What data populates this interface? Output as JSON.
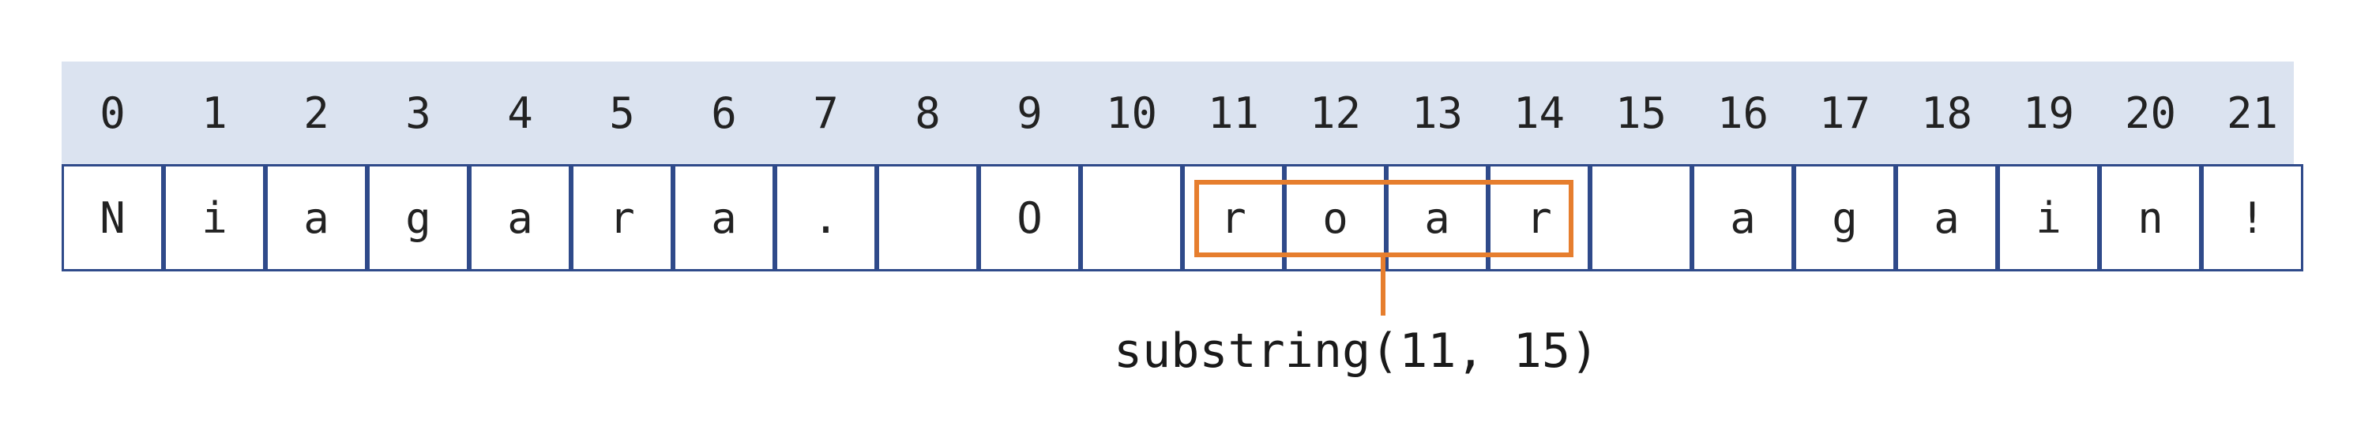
{
  "indices": [
    "0",
    "1",
    "2",
    "3",
    "4",
    "5",
    "6",
    "7",
    "8",
    "9",
    "10",
    "11",
    "12",
    "13",
    "14",
    "15",
    "16",
    "17",
    "18",
    "19",
    "20",
    "21"
  ],
  "characters": [
    "N",
    "i",
    "a",
    "g",
    "a",
    "r",
    "a",
    ".",
    "",
    "O",
    "",
    "r",
    "o",
    "a",
    "r",
    "",
    "a",
    "g",
    "a",
    "i",
    "n",
    "!"
  ],
  "highlight": {
    "start_index": 11,
    "end_index": 14,
    "label": "substring(11, 15)"
  },
  "colors": {
    "index_band": "#dbe3f0",
    "cell_border": "#2f4a8a",
    "highlight": "#e67e2e"
  }
}
